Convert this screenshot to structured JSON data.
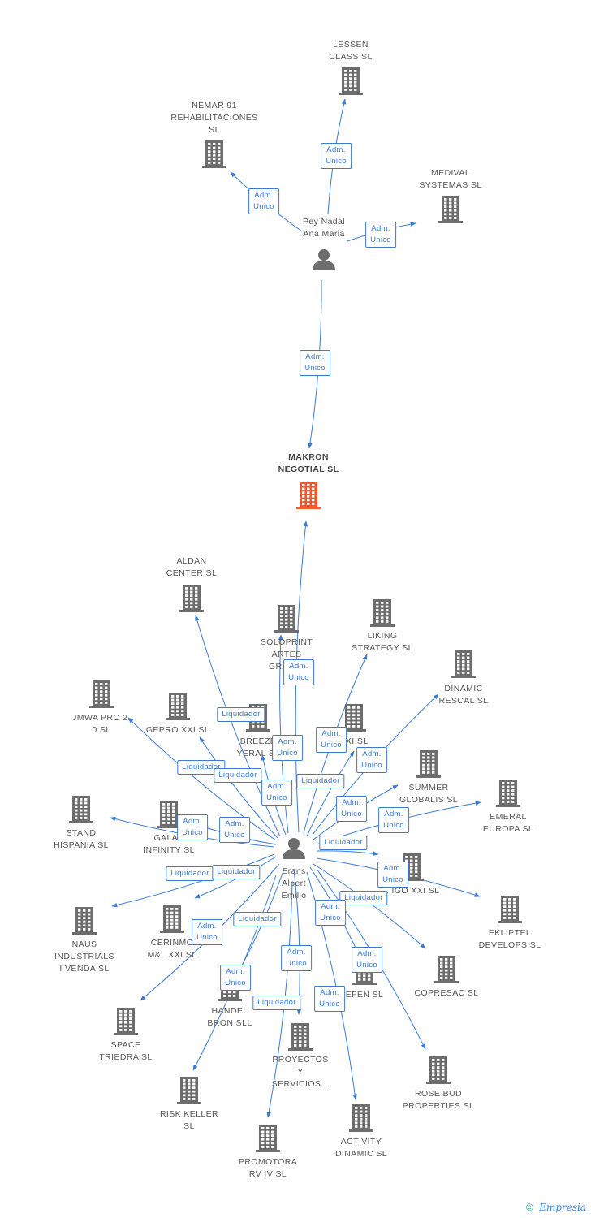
{
  "colors": {
    "edge": "#3a7bd5",
    "company": "#6d6d6d",
    "focus_company": "#f0582d",
    "person": "#6d6d6d"
  },
  "nodes": [
    {
      "id": "lessen",
      "kind": "company",
      "label": "LESSEN\nCLASS  SL"
    },
    {
      "id": "nemar",
      "kind": "company",
      "label": "NEMAR 91\nREHABILITACIONES\nSL"
    },
    {
      "id": "medival",
      "kind": "company",
      "label": "MEDIVAL\nSYSTEMAS  SL"
    },
    {
      "id": "pey",
      "kind": "person",
      "label": "Pey Nadal\nAna Maria"
    },
    {
      "id": "makron",
      "kind": "focus",
      "label": "MAKRON\nNEGOTIAL  SL"
    },
    {
      "id": "aldan",
      "kind": "company",
      "label": "ALDAN\nCENTER SL"
    },
    {
      "id": "soloprint",
      "kind": "company",
      "label": "SOLOPRINT\nARTES\nGRAFI..."
    },
    {
      "id": "liking",
      "kind": "company",
      "label": "LIKING\nSTRATEGY  SL"
    },
    {
      "id": "dinamic",
      "kind": "company",
      "label": "DINAMIC\nRESCAL SL"
    },
    {
      "id": "jmwa",
      "kind": "company",
      "label": "JMWA PRO 2.\n0 SL"
    },
    {
      "id": "gepro",
      "kind": "company",
      "label": "GEPRO XXI SL"
    },
    {
      "id": "breeze",
      "kind": "company",
      "label": "BREEZE\nYERAL  SL"
    },
    {
      "id": "xxisl",
      "kind": "company",
      "label": "XXI SL"
    },
    {
      "id": "summer",
      "kind": "company",
      "label": "SUMMER\nGLOBALIS  SL"
    },
    {
      "id": "emeral",
      "kind": "company",
      "label": "EMERAL\nEUROPA  SL"
    },
    {
      "id": "stand",
      "kind": "company",
      "label": "STAND\nHISPANIA  SL"
    },
    {
      "id": "galax",
      "kind": "company",
      "label": "GALAX\nINFINITY  SL"
    },
    {
      "id": "erans",
      "kind": "person",
      "label": "Erans\nAlbert\nEmilio"
    },
    {
      "id": "indigo",
      "kind": "company",
      "label": "...IGO XXI SL"
    },
    {
      "id": "ekliptel",
      "kind": "company",
      "label": "EKLIPTEL\nDEVELOPS SL"
    },
    {
      "id": "naus",
      "kind": "company",
      "label": "NAUS\nINDUSTRIALS\nI VENDA SL"
    },
    {
      "id": "cerinmo",
      "kind": "company",
      "label": "CERINMO\nM&L XXI SL"
    },
    {
      "id": "copresac",
      "kind": "company",
      "label": "COPRESAC SL"
    },
    {
      "id": "efen",
      "kind": "company",
      "label": "EFEN SL"
    },
    {
      "id": "handel",
      "kind": "company",
      "label": "HANDEL\nBRON SLL"
    },
    {
      "id": "space",
      "kind": "company",
      "label": "SPACE\nTRIEDRA  SL"
    },
    {
      "id": "proyectos",
      "kind": "company",
      "label": "PROYECTOS\nY\nSERVICIOS..."
    },
    {
      "id": "rosebud",
      "kind": "company",
      "label": "ROSE BUD\nPROPERTIES SL"
    },
    {
      "id": "risk",
      "kind": "company",
      "label": "RISK KELLER\nSL"
    },
    {
      "id": "activity",
      "kind": "company",
      "label": "ACTIVITY\nDINAMIC SL"
    },
    {
      "id": "promotora",
      "kind": "company",
      "label": "PROMOTORA\nRV IV SL"
    }
  ],
  "edges": [
    {
      "from": "pey",
      "to": "lessen",
      "label": "Adm.\nUnico"
    },
    {
      "from": "pey",
      "to": "nemar",
      "label": "Adm.\nUnico"
    },
    {
      "from": "pey",
      "to": "medival",
      "label": "Adm.\nUnico"
    },
    {
      "from": "pey",
      "to": "makron",
      "label": "Adm.\nUnico"
    },
    {
      "from": "erans",
      "to": "makron",
      "label": "Adm.\nUnico"
    },
    {
      "from": "erans",
      "to": "aldan",
      "label": "Liquidador"
    },
    {
      "from": "erans",
      "to": "soloprint",
      "label": "Adm.\nUnico"
    },
    {
      "from": "erans",
      "to": "liking",
      "label": "Adm.\nUnico"
    },
    {
      "from": "erans",
      "to": "dinamic",
      "label": "Adm.\nUnico"
    },
    {
      "from": "erans",
      "to": "jmwa",
      "label": "Liquidador"
    },
    {
      "from": "erans",
      "to": "gepro",
      "label": "Liquidador"
    },
    {
      "from": "erans",
      "to": "breeze",
      "label": "Adm.\nUnico"
    },
    {
      "from": "erans",
      "to": "xxisl",
      "label": "Liquidador"
    },
    {
      "from": "erans",
      "to": "summer",
      "label": "Adm.\nUnico"
    },
    {
      "from": "erans",
      "to": "emeral",
      "label": "Adm.\nUnico"
    },
    {
      "from": "erans",
      "to": "stand",
      "label": "Adm.\nUnico"
    },
    {
      "from": "erans",
      "to": "galax",
      "label": "Adm.\nUnico"
    },
    {
      "from": "erans",
      "to": "indigo",
      "label": "Liquidador"
    },
    {
      "from": "erans",
      "to": "ekliptel",
      "label": "Adm.\nUnico"
    },
    {
      "from": "erans",
      "to": "naus",
      "label": "Liquidador"
    },
    {
      "from": "erans",
      "to": "cerinmo",
      "label": "Liquidador"
    },
    {
      "from": "erans",
      "to": "copresac",
      "label": "Liquidador"
    },
    {
      "from": "erans",
      "to": "efen",
      "label": "Adm.\nUnico"
    },
    {
      "from": "erans",
      "to": "handel",
      "label": "Liquidador"
    },
    {
      "from": "erans",
      "to": "space",
      "label": "Adm.\nUnico"
    },
    {
      "from": "erans",
      "to": "proyectos",
      "label": "Liquidador"
    },
    {
      "from": "erans",
      "to": "rosebud",
      "label": "Adm.\nUnico"
    },
    {
      "from": "erans",
      "to": "risk",
      "label": "Adm.\nUnico"
    },
    {
      "from": "erans",
      "to": "activity",
      "label": "Adm.\nUnico"
    },
    {
      "from": "erans",
      "to": "promotora",
      "label": "Adm.\nUnico"
    }
  ],
  "footer": {
    "copyright": "©",
    "brand": "Empresia"
  }
}
